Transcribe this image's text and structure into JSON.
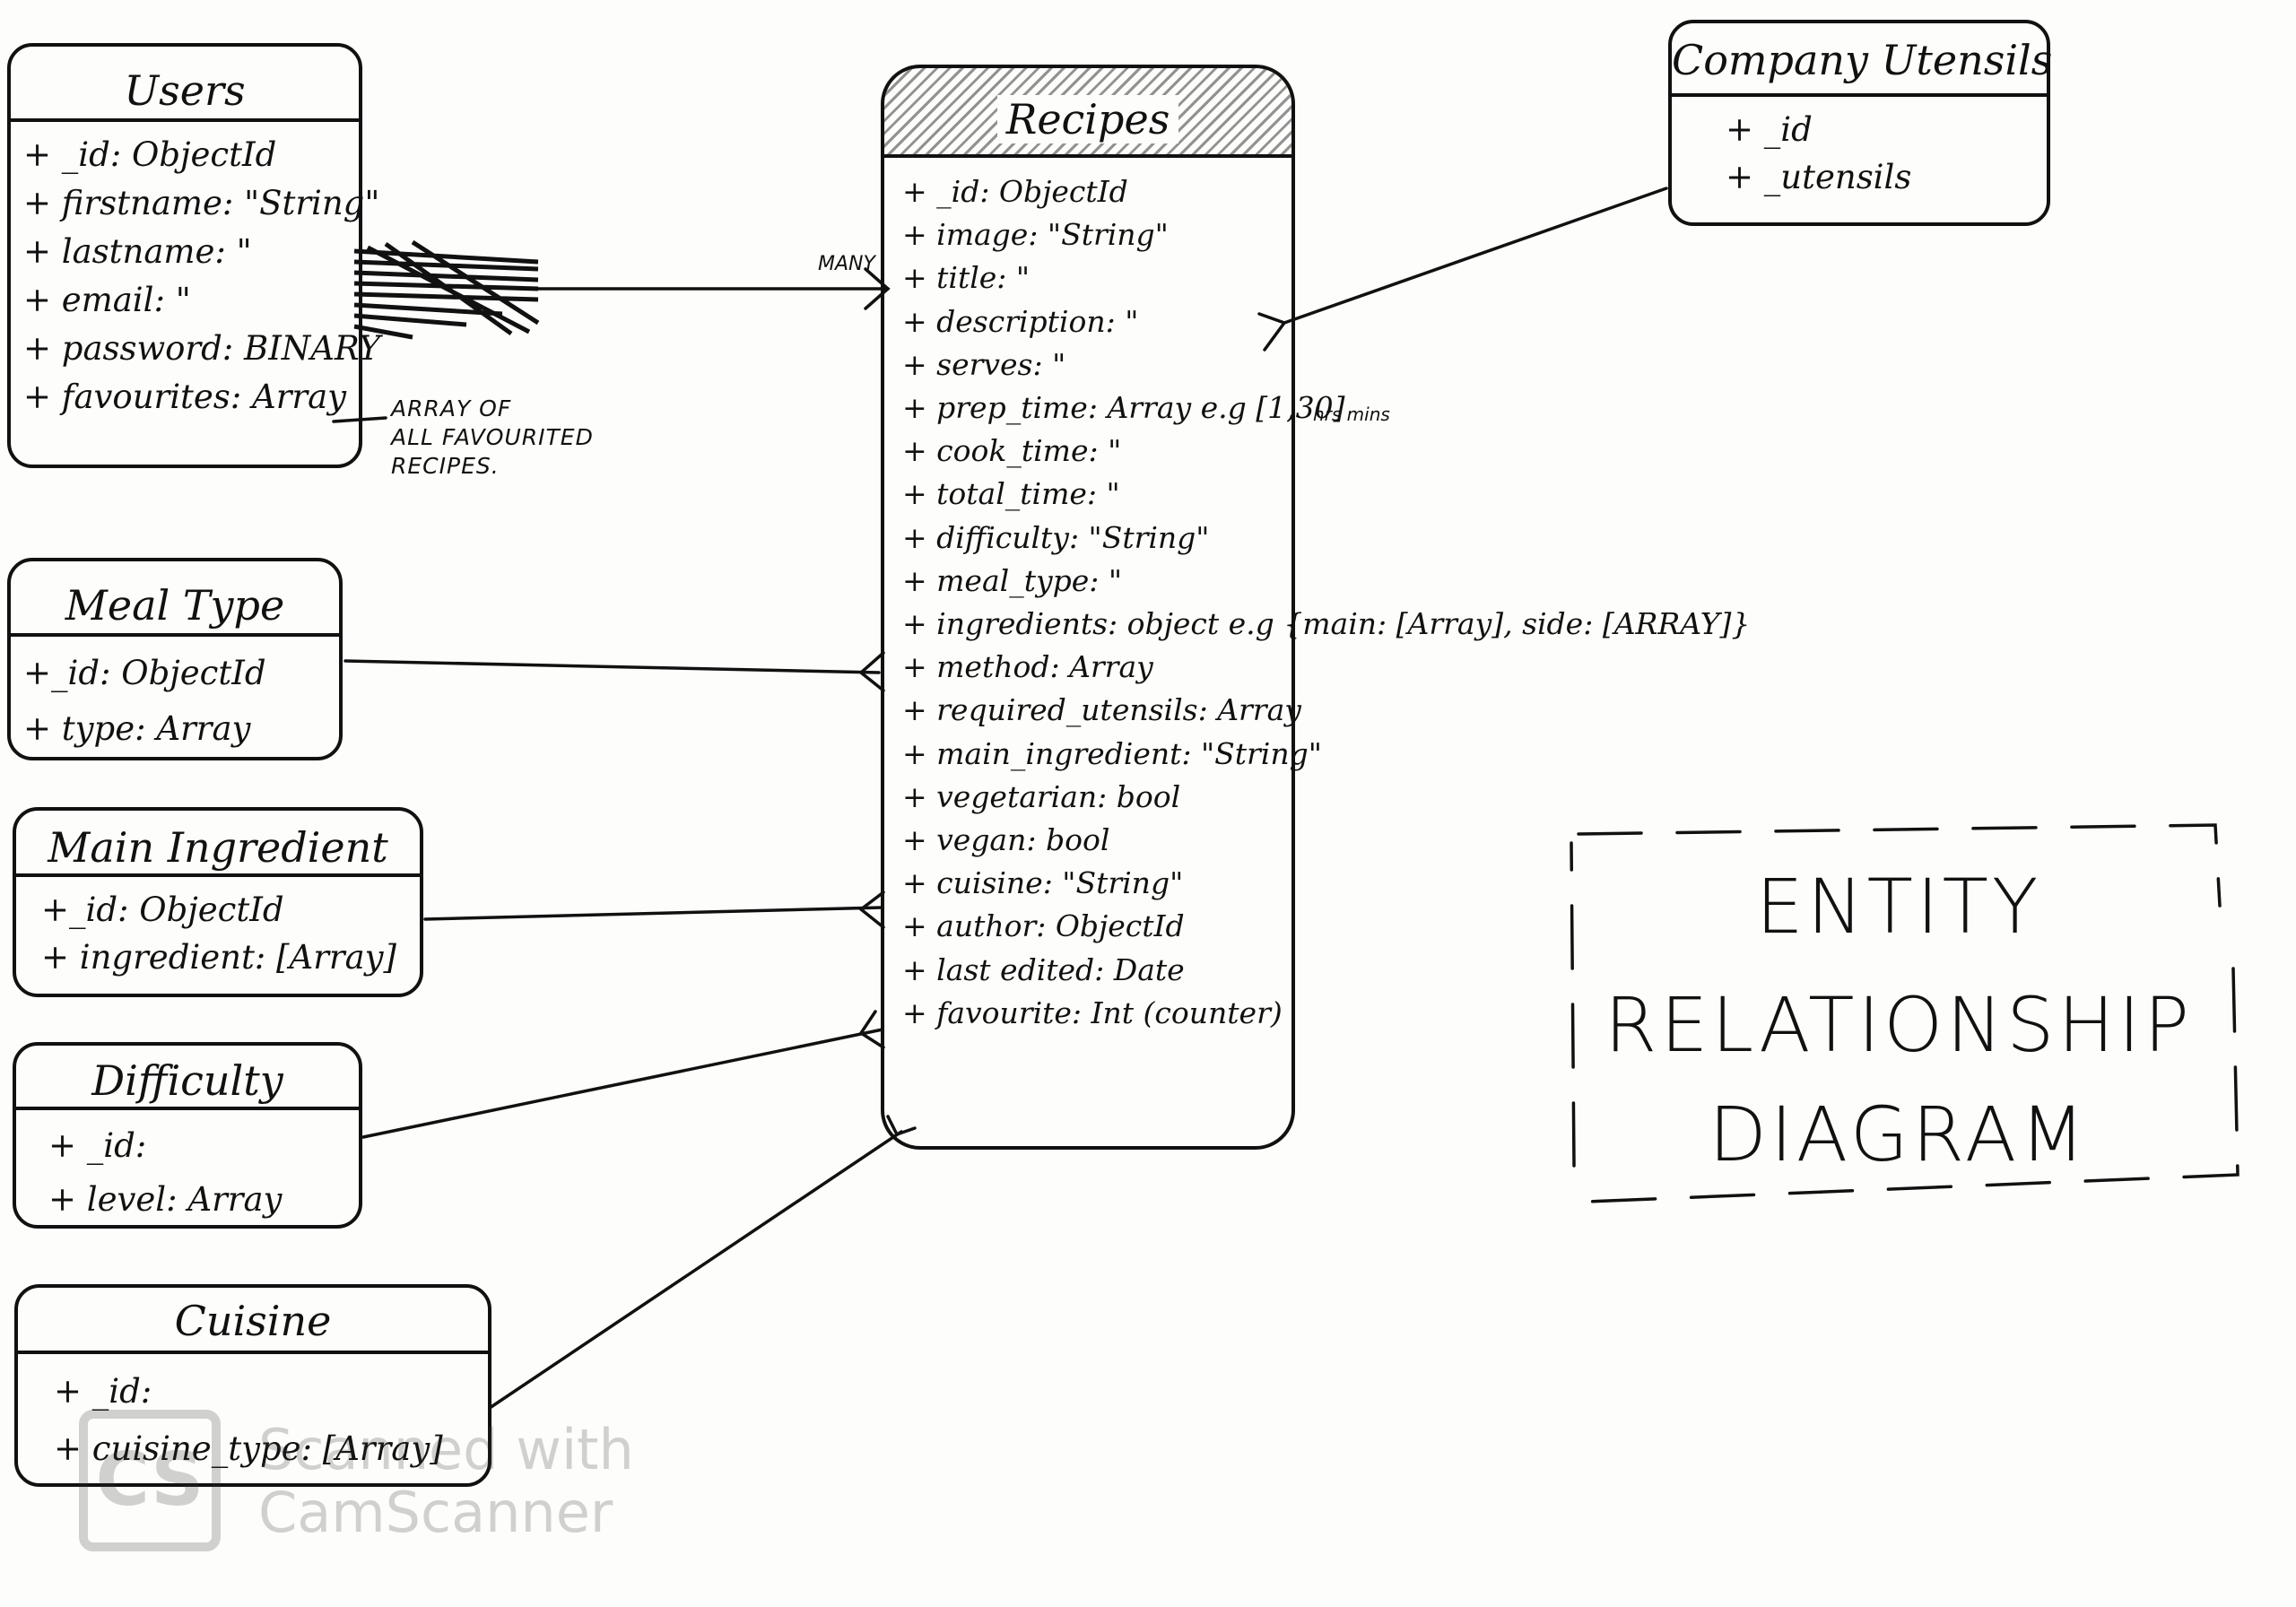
{
  "entities": {
    "users": {
      "title": "Users",
      "fields": [
        "+ _id: ObjectId",
        "+ firstname: \"String\"",
        "+ lastname: \"",
        "+ email: \"",
        "+ password: BINARY",
        "+ favourites: Array"
      ]
    },
    "meal_type": {
      "title": "Meal Type",
      "fields": [
        "+_id: ObjectId",
        "+ type: Array"
      ]
    },
    "main_ingredient": {
      "title": "Main Ingredient",
      "fields": [
        "+_id: ObjectId",
        "+ ingredient: [Array]"
      ]
    },
    "difficulty": {
      "title": "Difficulty",
      "fields": [
        "+ _id:",
        "+ level: Array"
      ]
    },
    "cuisine": {
      "title": "Cuisine",
      "fields": [
        "+ _id:",
        "+ cuisine_type: [Array]"
      ]
    },
    "company_utensils": {
      "title": "Company Utensils",
      "fields": [
        "+ _id",
        "+ _utensils"
      ]
    },
    "recipes": {
      "title": "Recipes",
      "fields": [
        "+ _id: ObjectId",
        "+ image: \"String\"",
        "+ title: \"",
        "+ description: \"",
        "+ serves: \"",
        "+ prep_time: Array e.g [1,30]",
        "+ cook_time: \"",
        "+ total_time: \"",
        "+ difficulty: \"String\"",
        "+ meal_type: \"",
        "+ ingredients: object e.g {main: [Array], side: [ARRAY]}",
        "+ method: Array",
        "+ required_utensils: Array",
        "+ main_ingredient: \"String\"",
        "+ vegetarian: bool",
        "+ vegan: bool",
        "+ cuisine: \"String\"",
        "+ author: ObjectId",
        "+ last edited: Date",
        "+ favourite: Int (counter)"
      ]
    }
  },
  "annotations": {
    "favourites_note": [
      "ARRAY OF",
      "ALL FAVOURITED",
      "RECIPES."
    ],
    "many_label": "MANY",
    "hrs_mins": "hrs mins"
  },
  "diagram_title": [
    "ENTITY",
    "RELATIONSHIP",
    "DIAGRAM"
  ],
  "watermark": {
    "logo": "CS",
    "line1": "Scanned with",
    "line2": "CamScanner"
  }
}
